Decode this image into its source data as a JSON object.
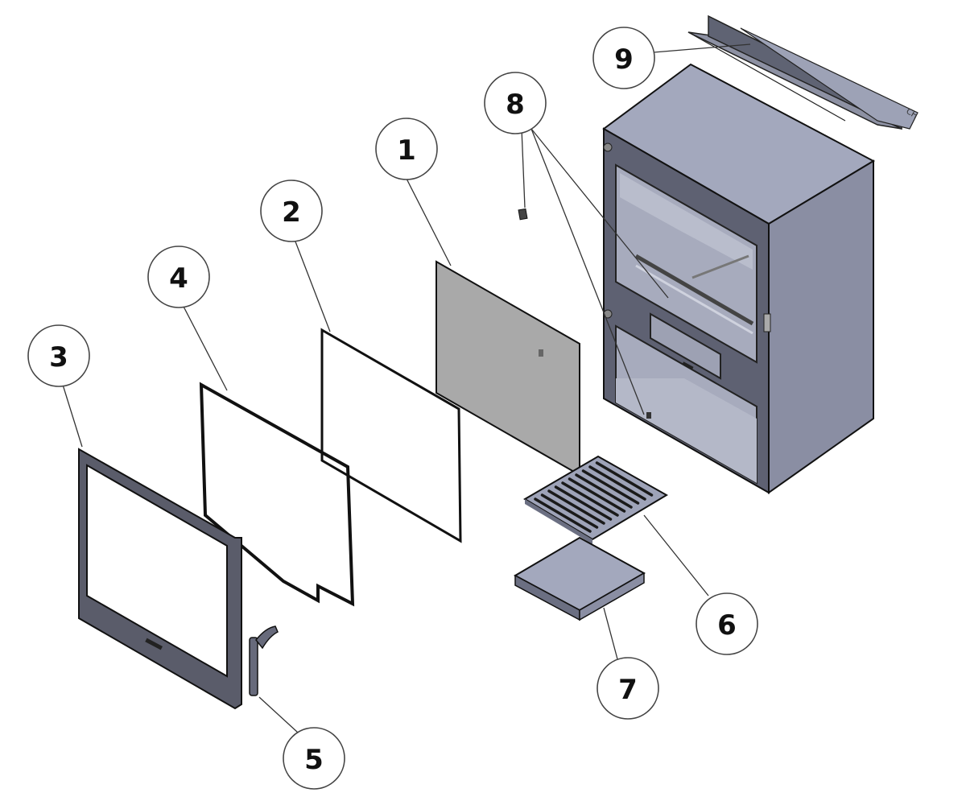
{
  "title": "Stove exploded parts diagram",
  "colors": {
    "body_top": "#a3a8bd",
    "body_front": "#5c5f70",
    "body_side": "#8b8fa3",
    "glass": "#a9a9a9",
    "frame": "#5a5c6a",
    "grate": "#9ea3b8",
    "outline": "#111111"
  },
  "callouts": [
    {
      "label": "1",
      "part": "glass-panel"
    },
    {
      "label": "2",
      "part": "glass-seal"
    },
    {
      "label": "3",
      "part": "door-frame"
    },
    {
      "label": "4",
      "part": "door-seal"
    },
    {
      "label": "5",
      "part": "door-handle"
    },
    {
      "label": "6",
      "part": "grate"
    },
    {
      "label": "7",
      "part": "ash-pan"
    },
    {
      "label": "8",
      "part": "fixing-clips"
    },
    {
      "label": "9",
      "part": "baffle-plate"
    }
  ],
  "markings": {
    "baffle_text": "CH"
  }
}
